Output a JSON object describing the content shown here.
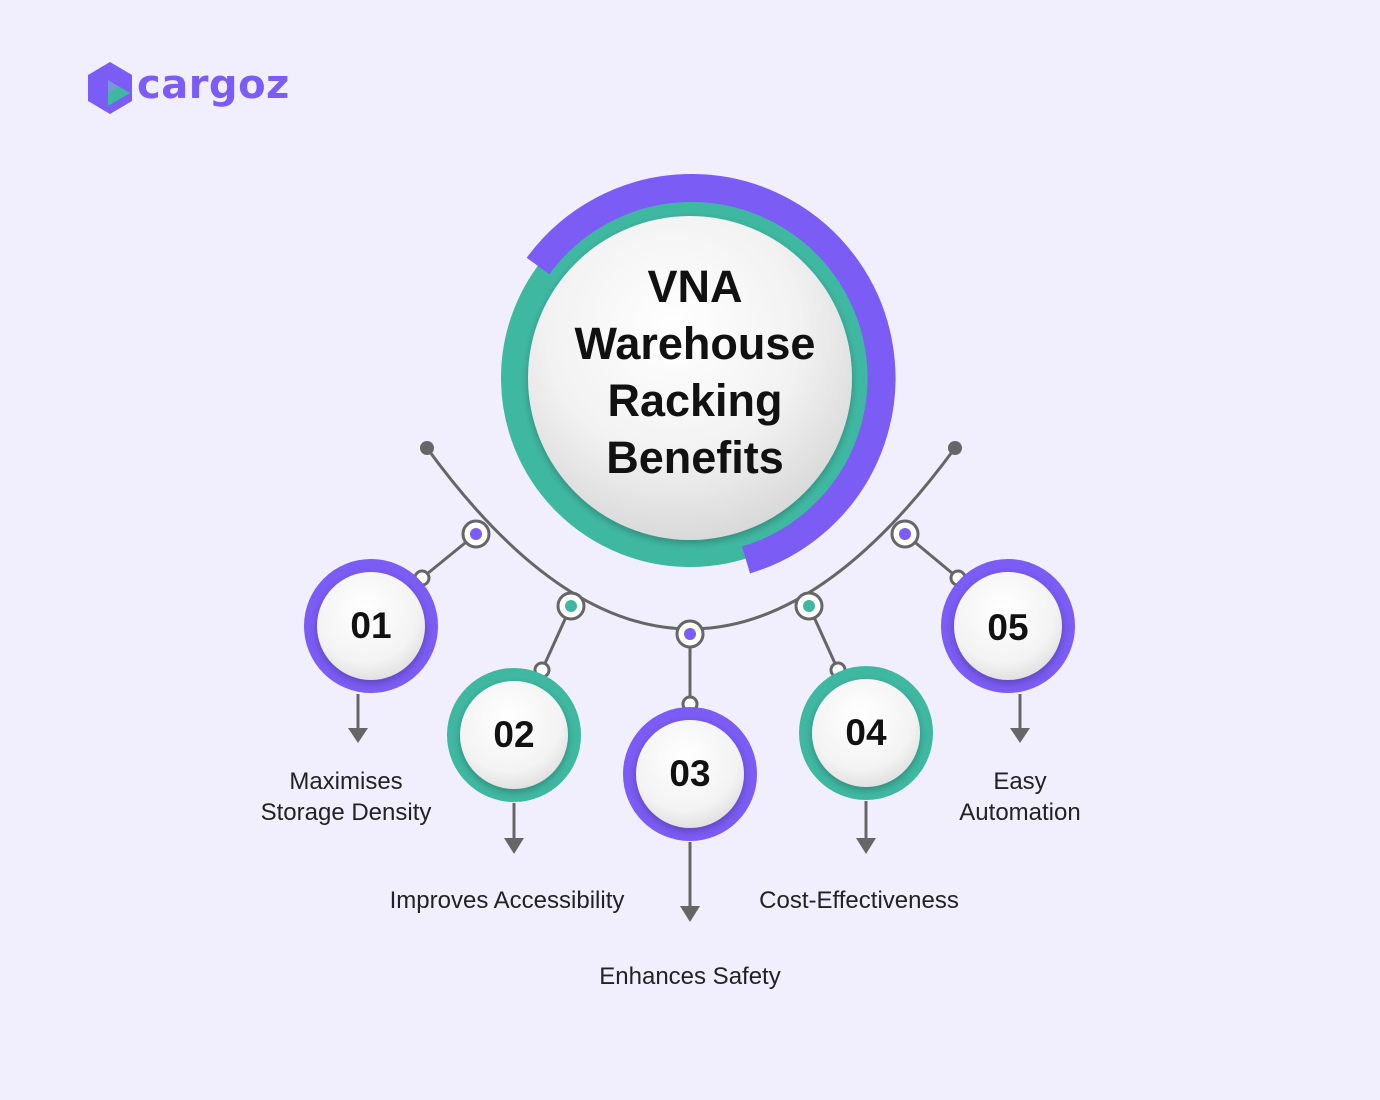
{
  "brand": {
    "name": "cargoz",
    "logo_icon": "cargoz-hexagon-logo",
    "colors": {
      "purple": "#7b5cf5",
      "teal": "#3fb8a2",
      "background": "#f1effd",
      "line": "#666666"
    }
  },
  "center": {
    "title_line1": "VNA",
    "title_line2": "Warehouse",
    "title_line3": "Racking",
    "title_line4": "Benefits"
  },
  "steps": [
    {
      "number": "01",
      "label_line1": "Maximises",
      "label_line2": "Storage Density",
      "color": "purple"
    },
    {
      "number": "02",
      "label_line1": "Improves Accessibility",
      "color": "teal"
    },
    {
      "number": "03",
      "label_line1": "Enhances Safety",
      "color": "purple"
    },
    {
      "number": "04",
      "label_line1": "Cost-Effectiveness",
      "color": "teal"
    },
    {
      "number": "05",
      "label_line1": "Easy",
      "label_line2": "Automation",
      "color": "purple"
    }
  ]
}
